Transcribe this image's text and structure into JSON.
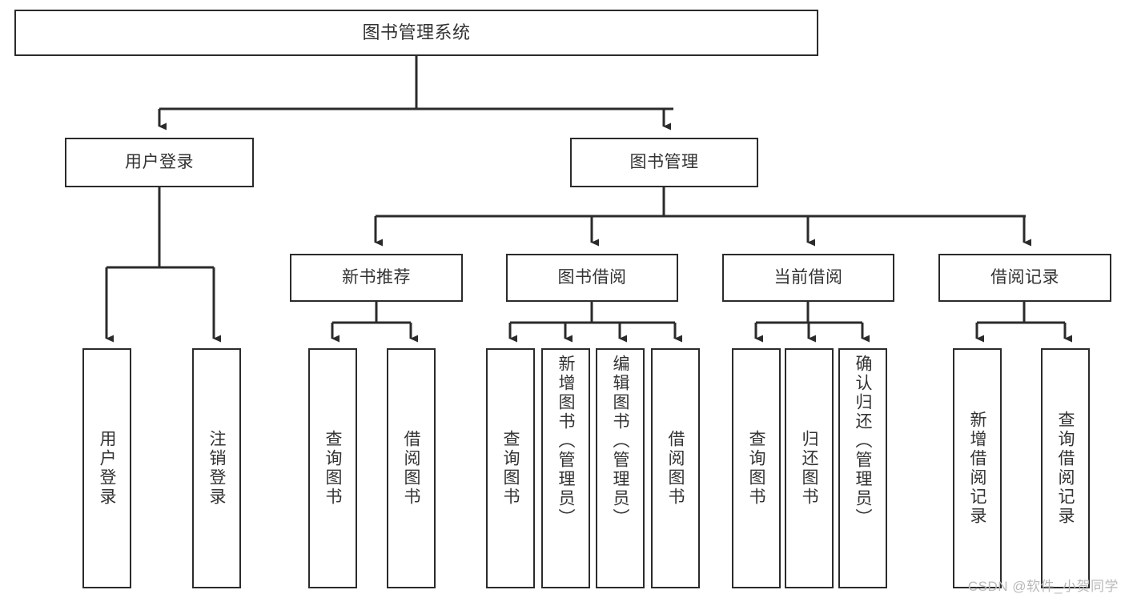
{
  "diagram": {
    "title": "图书管理系统",
    "type": "tree-hierarchy",
    "watermark": "CSDN @软件_小贺同学",
    "colors": {
      "background": "#ffffff",
      "box_border": "#2b2b2b",
      "box_fill": "#ffffff",
      "text": "#333333",
      "connector": "#2b2b2b",
      "watermark": "#b9b9b9"
    },
    "root": {
      "label": "图书管理系统"
    },
    "level2": [
      {
        "label": "用户登录"
      },
      {
        "label": "图书管理"
      }
    ],
    "level3": [
      {
        "label": "新书推荐"
      },
      {
        "label": "图书借阅"
      },
      {
        "label": "当前借阅"
      },
      {
        "label": "借阅记录"
      }
    ],
    "leaves": {
      "user_login": [
        {
          "label": "用户登录"
        },
        {
          "label": "注销登录"
        }
      ],
      "new_book_recommend": [
        {
          "label": "查询图书"
        },
        {
          "label": "借阅图书"
        }
      ],
      "book_borrow": [
        {
          "label": "查询图书"
        },
        {
          "label": "新增图书（管理员）"
        },
        {
          "label": "编辑图书（管理员）"
        },
        {
          "label": "借阅图书"
        }
      ],
      "current_borrow": [
        {
          "label": "查询图书"
        },
        {
          "label": "归还图书"
        },
        {
          "label": "确认归还（管理员）"
        }
      ],
      "borrow_record": [
        {
          "label": "新增借阅记录"
        },
        {
          "label": "查询借阅记录"
        }
      ]
    }
  }
}
